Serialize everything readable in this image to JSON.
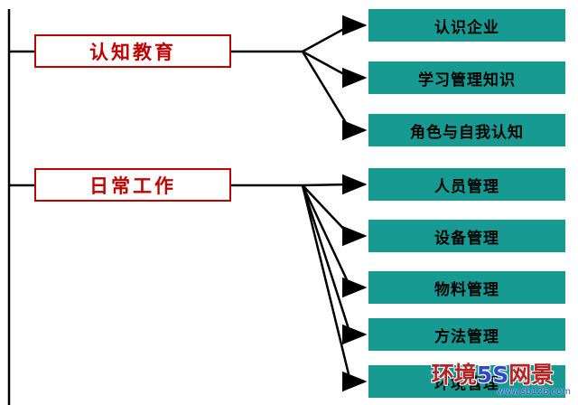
{
  "diagram": {
    "type": "tree-flowchart",
    "branches": [
      {
        "label": "认知教育",
        "children": [
          "认识企业",
          "学习管理知识",
          "角色与自我认知"
        ]
      },
      {
        "label": "日常工作",
        "children": [
          "人员管理",
          "设备管理",
          "物料管理",
          "方法管理",
          "环境管理"
        ]
      }
    ],
    "colors": {
      "leaf_background": "#169a92",
      "branch_border": "#c00000",
      "branch_text": "#c00000",
      "leaf_text": "#000000",
      "connector_line": "#000000",
      "background": "#ffffff"
    },
    "watermark": {
      "segments": [
        {
          "text": "环境",
          "color": "#b52424"
        },
        {
          "text": "5S",
          "color": "#2f49c8"
        },
        {
          "text": "网景",
          "color": "#b52424"
        }
      ],
      "url": "www.sb126.com"
    }
  }
}
